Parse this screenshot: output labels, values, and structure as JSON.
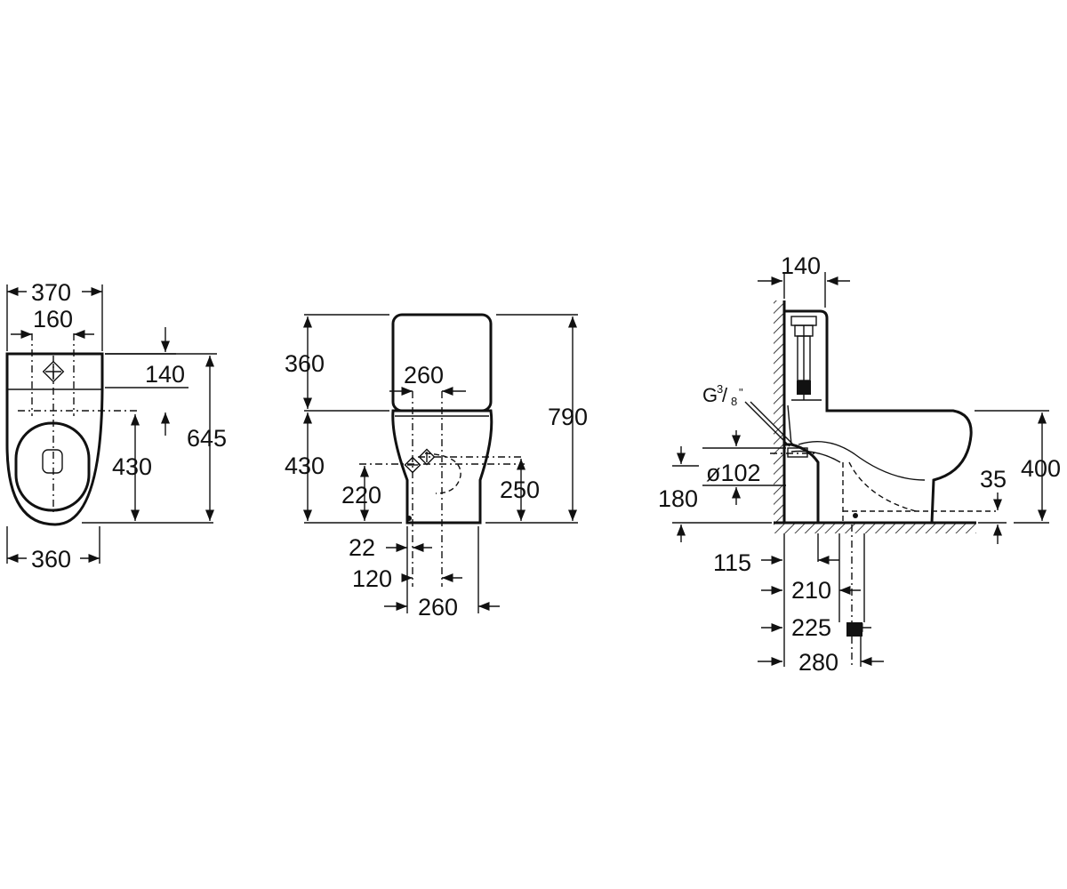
{
  "top_view": {
    "width_total": "370",
    "inlet_spacing": "160",
    "tank_depth": "140",
    "inlet_to_seat": "430",
    "length_total": "645",
    "base_width": "360"
  },
  "front_view": {
    "tank_height": "360",
    "tank_inner_width": "260",
    "bowl_height": "430",
    "total_height": "790",
    "inlet_height": "220",
    "outlet_height": "250",
    "offset_22": "22",
    "offset_120": "120",
    "base_width": "260"
  },
  "side_view": {
    "wall_offset": "140",
    "thread_label_main": "G",
    "thread_label_num": "3",
    "thread_label_den": "8",
    "thread_label_mark": "\"",
    "pipe_diameter": "ø102",
    "pipe_height": "180",
    "floor_offset": "35",
    "bowl_height": "400",
    "dist_115": "115",
    "dist_210": "210",
    "dist_225": "225",
    "dist_280": "280"
  }
}
